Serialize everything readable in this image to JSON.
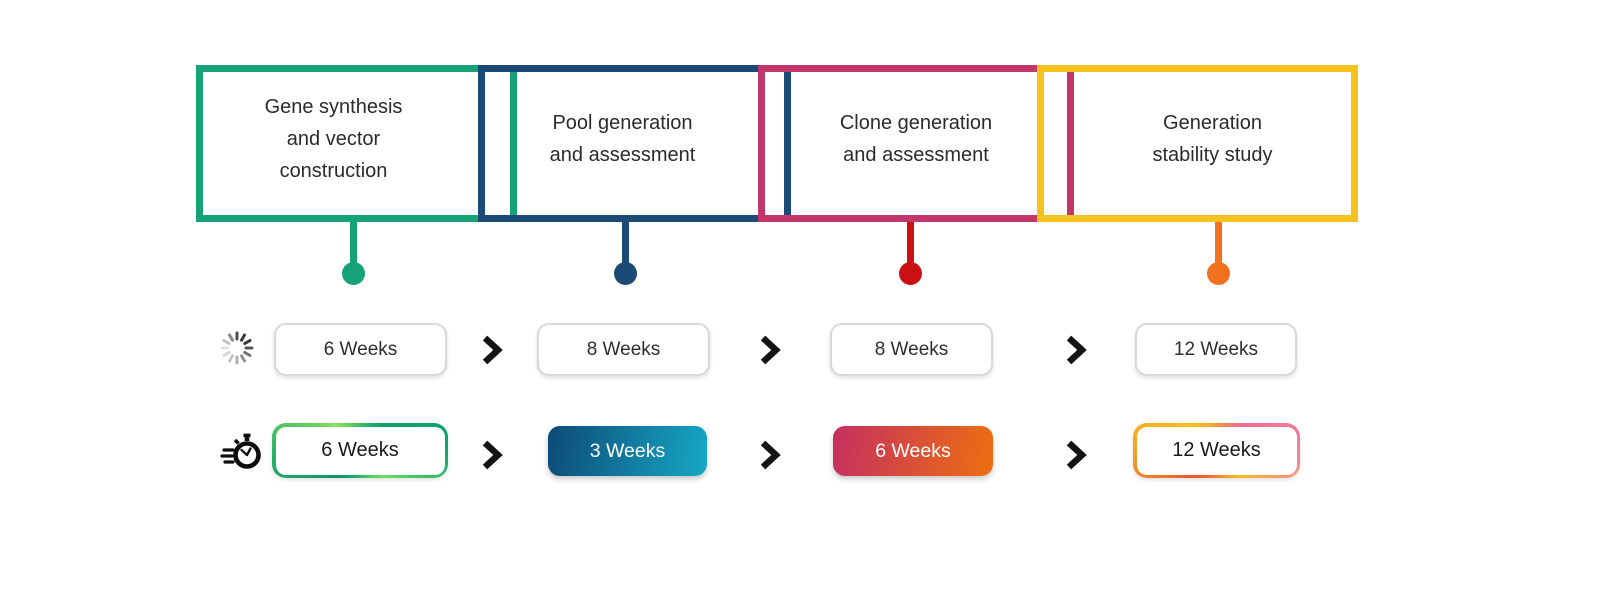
{
  "diagram": {
    "background": "#ffffff",
    "chevron_color": "#141414",
    "separator_icon": "chevron-right-icon",
    "rows": {
      "standard": {
        "icon": "loading-spinner-icon"
      },
      "accelerated": {
        "icon": "speed-stopwatch-icon"
      }
    },
    "standard_pill": {
      "border_color": "#d9d9d9",
      "text_color": "#2e2e2e"
    }
  },
  "stages": [
    {
      "title": "Gene synthesis\nand vector\nconstruction",
      "box_border_color": "#14a276",
      "connector_color": "#14a276",
      "standard_duration": "6 Weeks",
      "accelerated_duration": "6 Weeks",
      "accelerated_pill": {
        "style": "gradient-outline",
        "text_color": "#1a1a1a",
        "gradient": "conic-gradient(from 0deg, #3cbd69, #0d9d6a 45deg, #12a471 90deg, #6ede5e 135deg, #15a46c 200deg, #0e8f62 225deg, #2db368 270deg, #8ce25c 315deg, #3cbd69 360deg)"
      }
    },
    {
      "title": "Pool generation\nand assessment",
      "box_border_color": "#1b4b74",
      "connector_color": "#1b4b74",
      "standard_duration": "8 Weeks",
      "accelerated_duration": "3 Weeks",
      "accelerated_pill": {
        "style": "gradient-fill",
        "text_color": "#ffffff",
        "gradient": "linear-gradient(100deg, #0d4a76, #16a8c6)"
      }
    },
    {
      "title": "Clone generation\nand assessment",
      "box_border_color": "#c2376a",
      "connector_color": "#cb1114",
      "standard_duration": "8 Weeks",
      "accelerated_duration": "6 Weeks",
      "accelerated_pill": {
        "style": "gradient-fill",
        "text_color": "#ffffff",
        "gradient": "linear-gradient(100deg, #c52f60, #ec6f10)"
      }
    },
    {
      "title": "Generation\nstability study",
      "box_border_color": "#f6c21d",
      "connector_color": "#f2711f",
      "standard_duration": "12 Weeks",
      "accelerated_duration": "12 Weeks",
      "accelerated_pill": {
        "style": "gradient-outline",
        "text_color": "#1a1a1a",
        "gradient": "conic-gradient(from 0deg, #f59b3a, #ef6d8e 45deg, #f2849b 95deg, #f8bd1e 135deg, #f07c30 180deg, #ea5430 225deg, #f5a224 270deg, #f8c31d 315deg, #f59b3a 360deg)"
      }
    }
  ]
}
